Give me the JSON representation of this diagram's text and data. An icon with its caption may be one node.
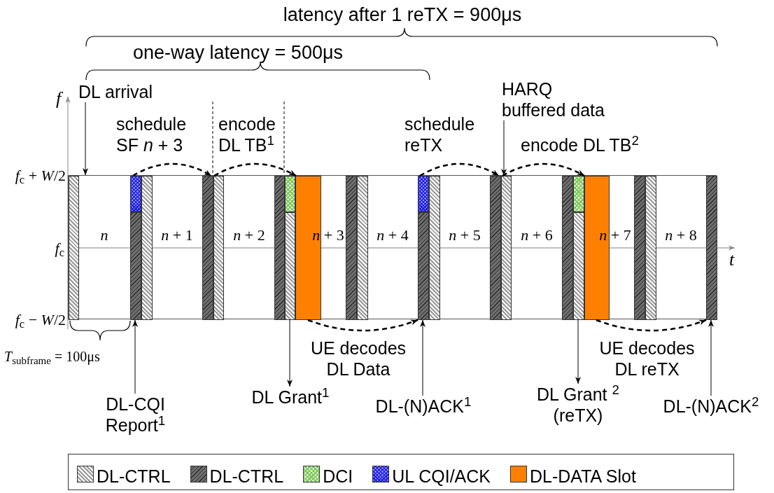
{
  "diagram": {
    "nodes": [
      {
        "text": [
          "DL arrival"
        ]
      },
      {
        "text": [
          "HARQ buffered data"
        ]
      },
      {
        "text": [
          "n",
          "*n* + 1",
          "*n* + 2",
          "*n* + 3",
          "*n* + 4",
          "*n* + 5",
          "*n* + 6",
          "*n* + 7",
          "*n* + 8"
        ]
      },
      {
        "text": [],
        "shape": "bar",
        "in": 2
      },
      {
        "text": [],
        "shape": "bar",
        "in": 2
      },
      {
        "text": [],
        "shape": "bar",
        "in": 2
      },
      {
        "text": [],
        "shape": "bar",
        "in": 2
      },
      {
        "text": [],
        "shape": "bar",
        "in": 2
      },
      {
        "text": [],
        "shape": "bar",
        "in": 2
      },
      {
        "text": [],
        "shape": "bar",
        "in": 2
      },
      {
        "text": [],
        "shape": "bar",
        "in": 2
      },
      {
        "text": [],
        "shape": "bar",
        "in": 2
      },
      {
        "text": [],
        "shape": "bar",
        "in": 2
      },
      {
        "text": [],
        "shape": "bar",
        "in": 2
      },
      {
        "text": [],
        "shape": "bar",
        "in": 2
      },
      {
        "text": [],
        "shape": "bar",
        "in": 2
      },
      {
        "text": [],
        "shape": "bar",
        "in": 2
      },
      {
        "text": [],
        "shape": "bar",
        "in": 2
      },
      {
        "text": [],
        "shape": "bar",
        "in": 2
      },
      {
        "text": [],
        "shape": "bar",
        "in": 2
      },
      {
        "text": [],
        "shape": "bar",
        "in": 2
      },
      {
        "text": [],
        "shape": "bar",
        "in": 2
      },
      {
        "text": [],
        "shape": "bar",
        "in": 2
      },
      {
        "text": [],
        "shape": "bar",
        "in": 2
      },
      {
        "text": [],
        "shape": "bar",
        "in": 2
      },
      {
        "text": [],
        "shape": "bar",
        "in": 2
      },
      {
        "text": [],
        "shape": "bar",
        "in": 2
      },
      {
        "text": [
          "DL-CQI Report$^{1}$"
        ]
      },
      {
        "text": [
          "DL Grant$^{1}$"
        ]
      },
      {
        "text": [
          "DL-(N)ACK$^{1}$"
        ]
      },
      {
        "text": [
          "DL Grant $^{2}$ (reTX)"
        ]
      },
      {
        "text": [
          "DL-(N)ACK$^{2}$"
        ]
      }
    ],
    "edges": [
      {
        "from": 0,
        "to": 2,
        "arrow": "to"
      },
      {
        "from": 1,
        "to": 19,
        "arrow": "to"
      },
      {
        "from": 4,
        "to": 7,
        "arrow": "to",
        "style": "dashed",
        "label": "schedule SF *n* + 3"
      },
      {
        "from": 8,
        "to": 12,
        "arrow": "to",
        "style": "dashed",
        "label": "encode DL TB$^{1}$"
      },
      {
        "from": 15,
        "to": 18,
        "arrow": "to",
        "style": "dashed",
        "label": "schedule reTX"
      },
      {
        "from": 19,
        "to": 23,
        "arrow": "to",
        "style": "dashed",
        "label": "encode DL TB$^{2}$"
      },
      {
        "from": 12,
        "to": 16,
        "arrow": "to",
        "style": "dashed",
        "label": "UE decodes DL Data"
      },
      {
        "from": 23,
        "to": 26,
        "arrow": "to",
        "style": "dashed",
        "label": "UE decodes DL reTX"
      },
      {
        "from": 27,
        "to": 5,
        "arrow": "to"
      },
      {
        "from": 11,
        "to": 28,
        "arrow": "to"
      },
      {
        "from": 29,
        "to": 16,
        "arrow": "to"
      },
      {
        "from": 22,
        "to": 30,
        "arrow": "to"
      },
      {
        "from": 31,
        "to": 26,
        "arrow": "to"
      }
    ],
    "labels": [
      "latency after 1 reTX = 900μs",
      "one-way latency = 500μs",
      "f",
      "*f*$_{c}$ + *W*/2",
      "*f*$_{c}$",
      "t",
      "*f*$_{c}$ − *W*/2",
      "*T*$_{subframe}$ = 100μs"
    ],
    "legend": [
      {
        "text": "DL-CTRL",
        "color": "#9a9a9a"
      },
      {
        "text": "DL-CTRL",
        "color": "#6e6e6e"
      },
      {
        "text": "DCI",
        "color": "#7cc85a"
      },
      {
        "text": "UL CQI/ACK",
        "color": "#1f1fe0"
      },
      {
        "text": "DL-DATA Slot",
        "color": "#ff8000"
      }
    ]
  }
}
